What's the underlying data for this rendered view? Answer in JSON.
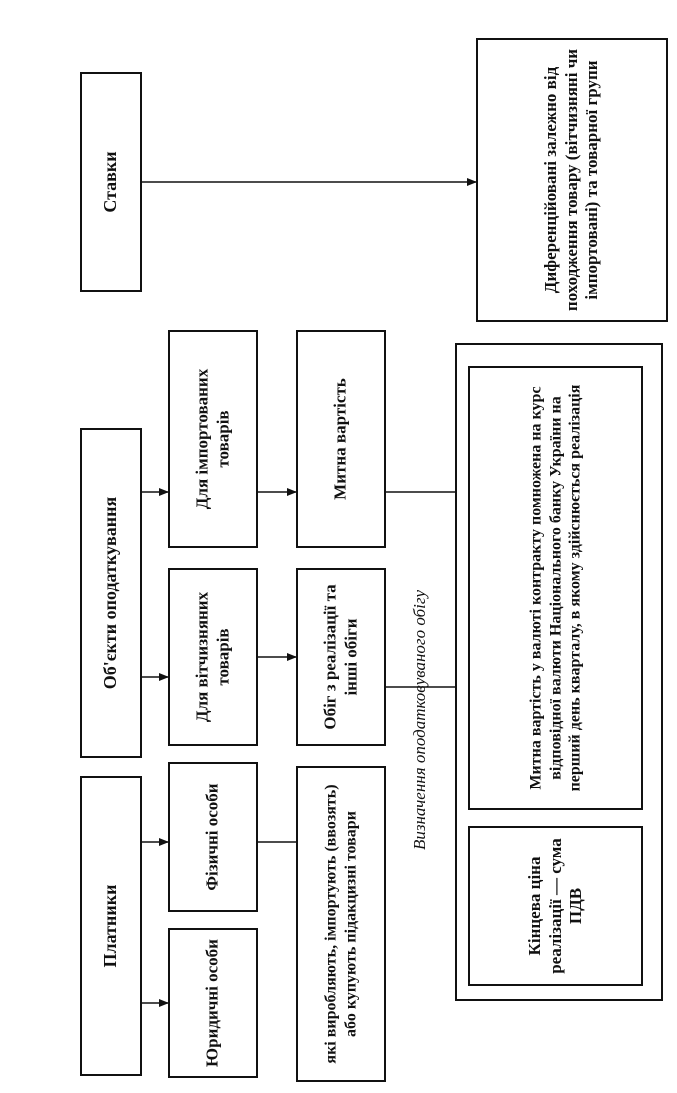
{
  "stavky": {
    "title": "Ставки",
    "description": "Диференційовані залежно від походження товару (вітчизняні чи імпортовані) та товарної групи"
  },
  "objects": {
    "title": "Об'єкти оподаткування",
    "imported": {
      "label": "Для імпортованих товарів",
      "base": "Митна вартість"
    },
    "domestic": {
      "label": "Для вітчизняних товарів",
      "base": "Обіг з реалізації та інші обіги"
    }
  },
  "platnyky": {
    "title": "Платники",
    "individuals": "Фізичні особи",
    "legal": "Юридичні особи",
    "note": "які виробляють, імпортують (ввозять) або купують підакцизні товари"
  },
  "determination": {
    "label": "Визначення оподатковуваного обігу",
    "customs_value": "Митна вартість у валюті контракту помножена на курс відповідної валюти Національного банку України на перший день кварталу, в якому здійснюється реалізація",
    "final_price": "Кінцева ціна реалізації — сума ПДВ"
  }
}
